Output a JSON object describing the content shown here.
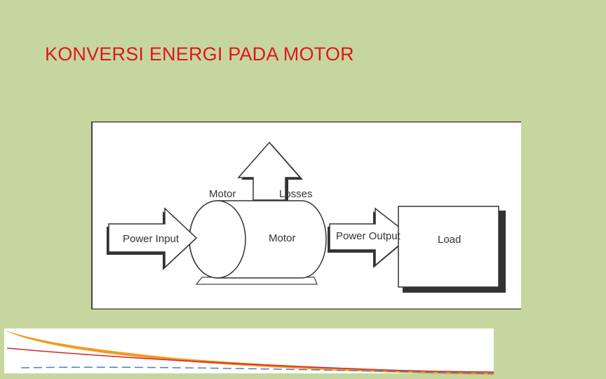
{
  "slide": {
    "title": "KONVERSI ENERGI PADA MOTOR"
  },
  "diagram": {
    "labels": {
      "power_input": "Power Input",
      "motor": "Motor",
      "motor_losses_left": "Motor",
      "motor_losses_right": "Losses",
      "power_output": "Power Output",
      "load": "Load"
    }
  },
  "colors": {
    "background": "#c5d79f",
    "title": "#e0161b",
    "stripe_orange": "#f29a1f",
    "stripe_red": "#d9262c",
    "stripe_blue": "#4a7fc1"
  }
}
